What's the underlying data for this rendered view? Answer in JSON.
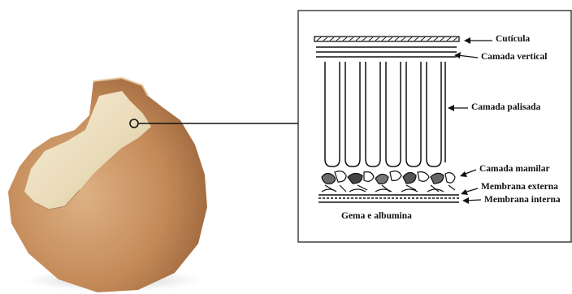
{
  "diagram": {
    "labels": {
      "cuticula": "Cutícula",
      "camada_vertical": "Camada vertical",
      "camada_palisada": "Camada palisada",
      "camada_mamilar": "Camada mamilar",
      "membrana_externa": "Membrana externa",
      "membrana_interna": "Membrana interna",
      "gema_albumina": "Gema e albumina"
    }
  },
  "colors": {
    "shell_outer": "#c8905f",
    "shell_inner": "#efe3c4",
    "ink": "#111111",
    "panel_border": "#222222"
  }
}
